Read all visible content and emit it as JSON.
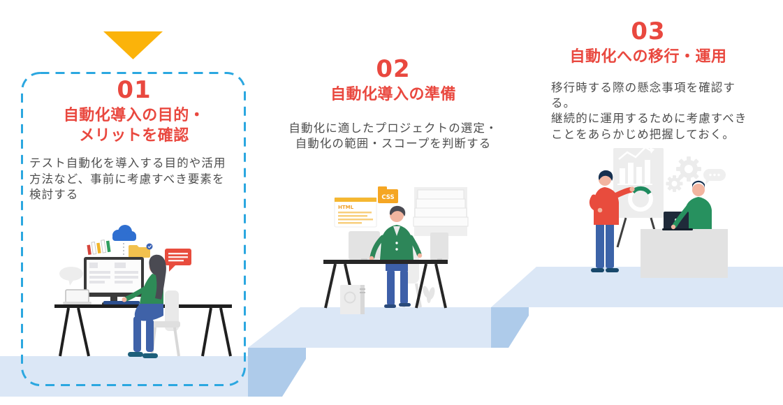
{
  "steps": [
    {
      "number": "01",
      "title": "自動化導入の目的・\nメリットを確認",
      "description": "テスト自動化を導入する目的や活用\n方法など、事前に考慮すべき要素を\n検討する"
    },
    {
      "number": "02",
      "title": "自動化導入の準備",
      "description": "自動化に適したプロジェクトの選定・\n自動化の範囲・スコープを判断する"
    },
    {
      "number": "03",
      "title": "自動化への移行・運用",
      "description": "移行時する際の懸念事項を確認する。\n継続的に運用するために考慮すべき\nことをあらかじめ把握しておく。"
    }
  ],
  "illustrations": {
    "step1": {
      "name": "woman-working-at-desk-illustration"
    },
    "step2": {
      "name": "man-coding-at-desk-illustration",
      "css_tag_label": "CSS",
      "html_card_label": "HTML"
    },
    "step3": {
      "name": "presentation-teamwork-illustration"
    }
  },
  "decorations": {
    "down_arrow": "yellow-down-triangle",
    "highlight_box": "blue-dashed-rounded-border-around-step-1",
    "stairs": "three-ascending-light-blue-platforms"
  },
  "colors": {
    "accent_red": "#E9483F",
    "body_text": "#4D4D4D",
    "dashed_border_blue": "#2BA7E0",
    "arrow_yellow": "#FBB30A",
    "step_surface_blue": "#DBE7F6",
    "step_riser_blue": "#AECBEA"
  }
}
